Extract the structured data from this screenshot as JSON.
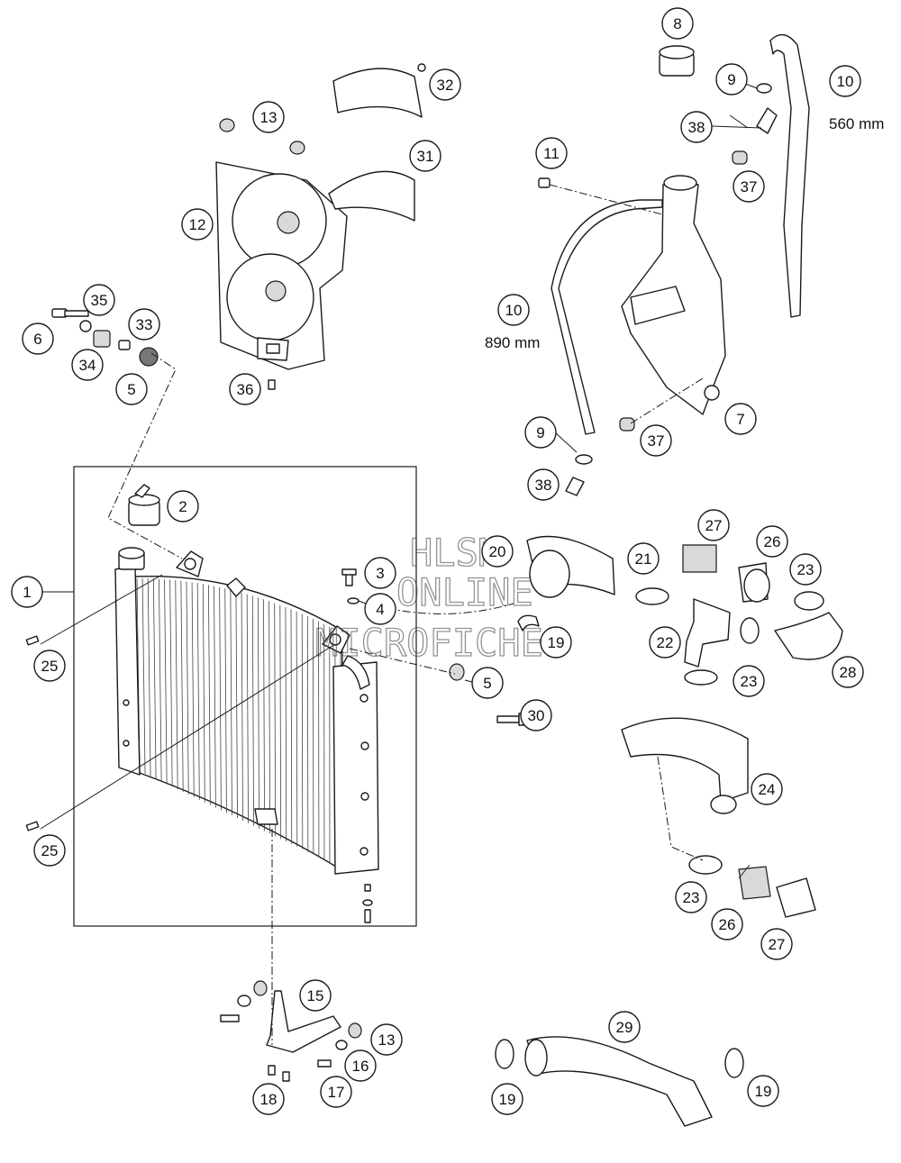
{
  "diagram": {
    "watermark": [
      "HLSM",
      "ONLINE",
      "MICROFICHE"
    ],
    "dimensions": {
      "hose_10_upper": "560 mm",
      "hose_10_lower": "890 mm"
    },
    "callouts": [
      {
        "id": "c1",
        "label": "1"
      },
      {
        "id": "c2",
        "label": "2"
      },
      {
        "id": "c3",
        "label": "3"
      },
      {
        "id": "c4",
        "label": "4"
      },
      {
        "id": "c5a",
        "label": "5"
      },
      {
        "id": "c5b",
        "label": "5"
      },
      {
        "id": "c6",
        "label": "6"
      },
      {
        "id": "c7",
        "label": "7"
      },
      {
        "id": "c8",
        "label": "8"
      },
      {
        "id": "c9a",
        "label": "9"
      },
      {
        "id": "c9b",
        "label": "9"
      },
      {
        "id": "c10a",
        "label": "10"
      },
      {
        "id": "c10b",
        "label": "10"
      },
      {
        "id": "c11",
        "label": "11"
      },
      {
        "id": "c12",
        "label": "12"
      },
      {
        "id": "c13a",
        "label": "13"
      },
      {
        "id": "c13b",
        "label": "13"
      },
      {
        "id": "c15",
        "label": "15"
      },
      {
        "id": "c16",
        "label": "16"
      },
      {
        "id": "c17",
        "label": "17"
      },
      {
        "id": "c18",
        "label": "18"
      },
      {
        "id": "c19a",
        "label": "19"
      },
      {
        "id": "c19b",
        "label": "19"
      },
      {
        "id": "c19c",
        "label": "19"
      },
      {
        "id": "c20",
        "label": "20"
      },
      {
        "id": "c21",
        "label": "21"
      },
      {
        "id": "c22",
        "label": "22"
      },
      {
        "id": "c23a",
        "label": "23"
      },
      {
        "id": "c23b",
        "label": "23"
      },
      {
        "id": "c23c",
        "label": "23"
      },
      {
        "id": "c24",
        "label": "24"
      },
      {
        "id": "c25a",
        "label": "25"
      },
      {
        "id": "c25b",
        "label": "25"
      },
      {
        "id": "c26a",
        "label": "26"
      },
      {
        "id": "c26b",
        "label": "26"
      },
      {
        "id": "c27a",
        "label": "27"
      },
      {
        "id": "c27b",
        "label": "27"
      },
      {
        "id": "c28",
        "label": "28"
      },
      {
        "id": "c29",
        "label": "29"
      },
      {
        "id": "c30",
        "label": "30"
      },
      {
        "id": "c31",
        "label": "31"
      },
      {
        "id": "c32",
        "label": "32"
      },
      {
        "id": "c33",
        "label": "33"
      },
      {
        "id": "c34",
        "label": "34"
      },
      {
        "id": "c35",
        "label": "35"
      },
      {
        "id": "c36",
        "label": "36"
      },
      {
        "id": "c37a",
        "label": "37"
      },
      {
        "id": "c37b",
        "label": "37"
      },
      {
        "id": "c38a",
        "label": "38"
      },
      {
        "id": "c38b",
        "label": "38"
      }
    ]
  }
}
